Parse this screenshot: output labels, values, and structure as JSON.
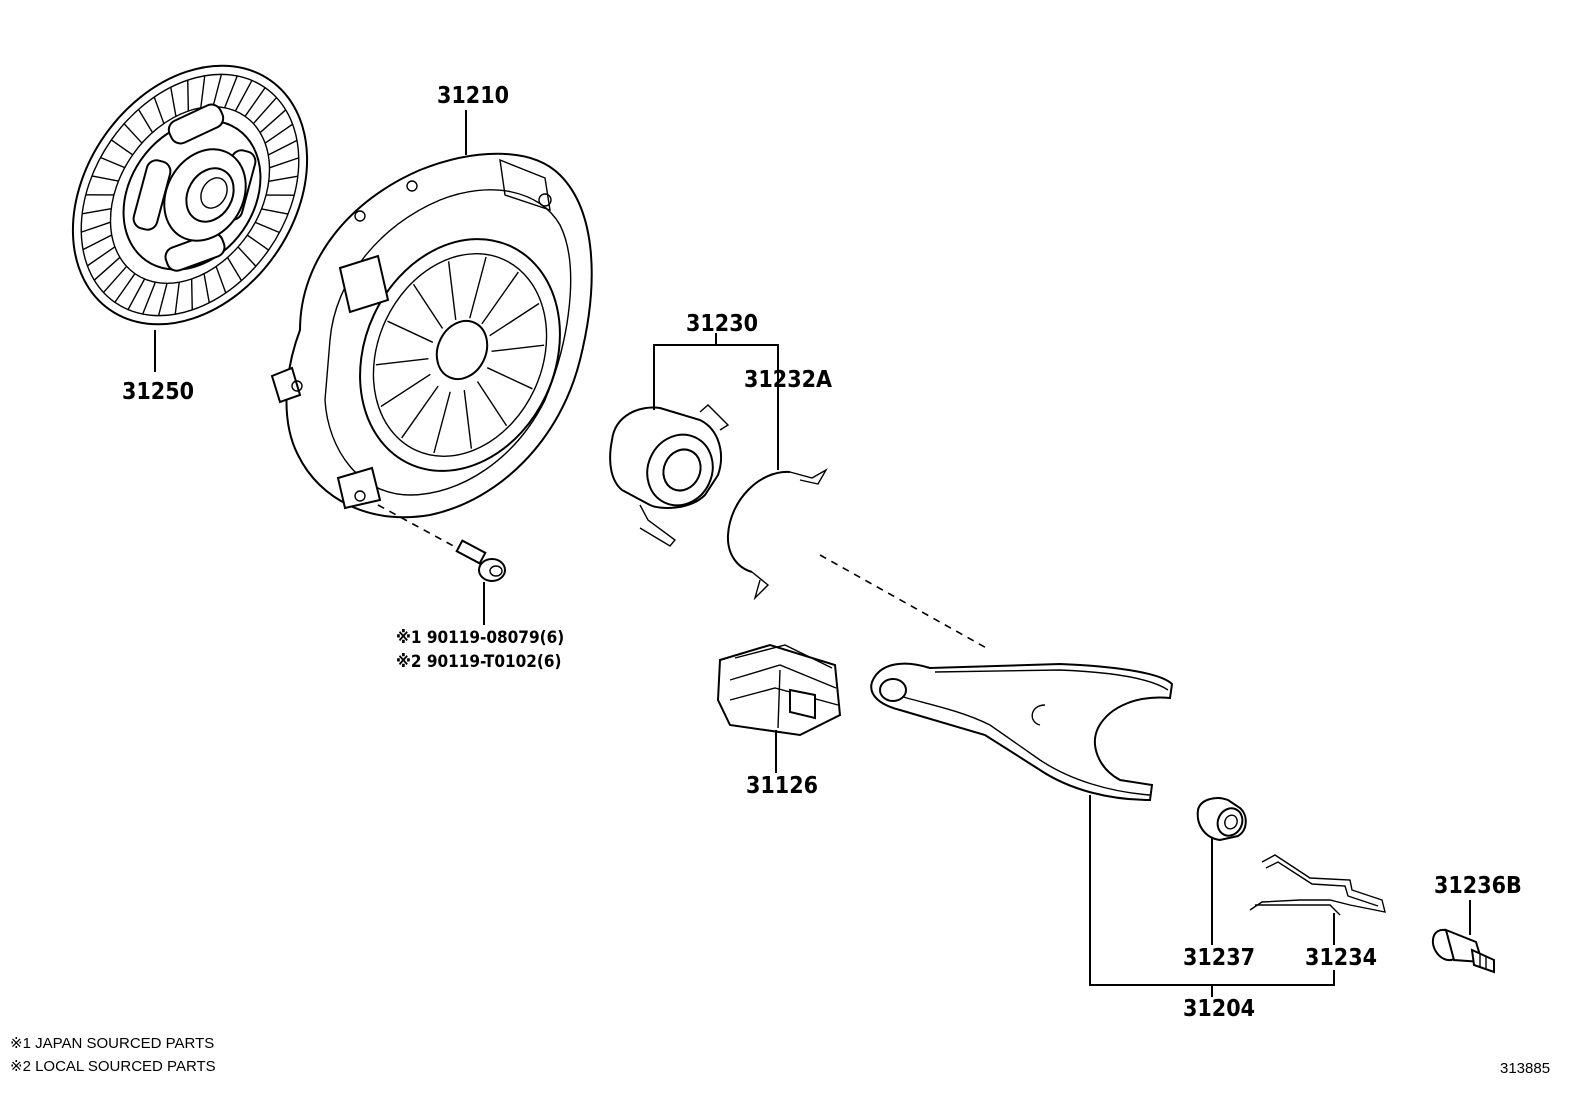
{
  "parts": {
    "p31250": "31250",
    "p31210": "31210",
    "p31230": "31230",
    "p31232a": "31232A",
    "p31126": "31126",
    "p31237": "31237",
    "p31234": "31234",
    "p31204": "31204",
    "p31236b": "31236B",
    "bolt_japan": "※1 90119-08079(6)",
    "bolt_local": "※2 90119-T0102(6)"
  },
  "notes": {
    "note1": "※1 JAPAN SOURCED PARTS",
    "note2": "※2 LOCAL SOURCED PARTS"
  },
  "figure_id": "313885"
}
